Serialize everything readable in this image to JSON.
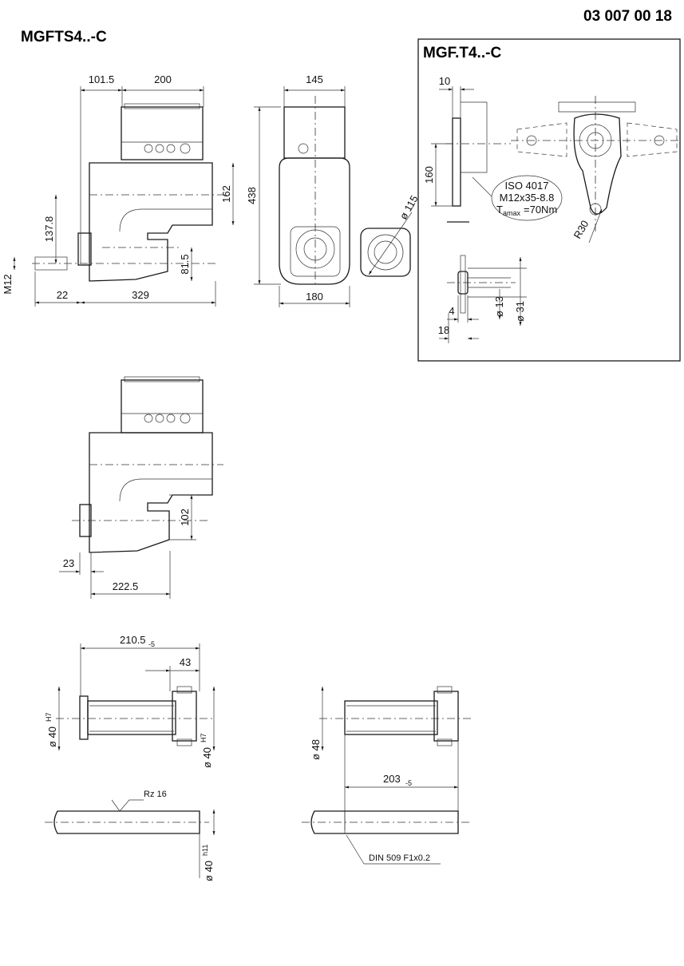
{
  "drawing_number": "03 007 00 18",
  "main_title": "MGFTS4..-C",
  "inset_title": "MGF.T4..-C",
  "dims_top": {
    "d_101_5": "101.5",
    "d_200": "200",
    "d_145": "145",
    "d_438": "438",
    "d_162": "162",
    "d_137_8": "137.8",
    "d_81_5": "81.5",
    "d_m12": "M12",
    "d_22": "22",
    "d_329": "329",
    "d_180": "180",
    "d_115": "ø 115"
  },
  "dims_inset": {
    "d_10": "10",
    "d_160": "160",
    "iso_line1": "ISO 4017",
    "iso_line2": "M12x35-8.8",
    "iso_t": "T",
    "iso_sub": "amax",
    "iso_val": "=70Nm",
    "d_r30": "R30",
    "d_4": "4",
    "d_18": "18",
    "d_13": "ø 13",
    "d_31": "ø 31"
  },
  "dims_middle": {
    "d_102": "102",
    "d_23": "23",
    "d_222_5": "222.5"
  },
  "dims_shaft": {
    "d_210_5": "210.5",
    "d_210_5_tol": "-5",
    "d_43": "43",
    "d_40a": "ø 40",
    "d_40a_tol": "H7",
    "d_40b": "ø 40",
    "d_40b_tol": "H7",
    "d_48": "ø 48",
    "d_203": "203",
    "d_203_tol": "-5",
    "d_rz": "Rz 16",
    "d_40c": "ø 40",
    "d_40c_tol": "h11",
    "din": "DIN 509 F1x0.2"
  }
}
